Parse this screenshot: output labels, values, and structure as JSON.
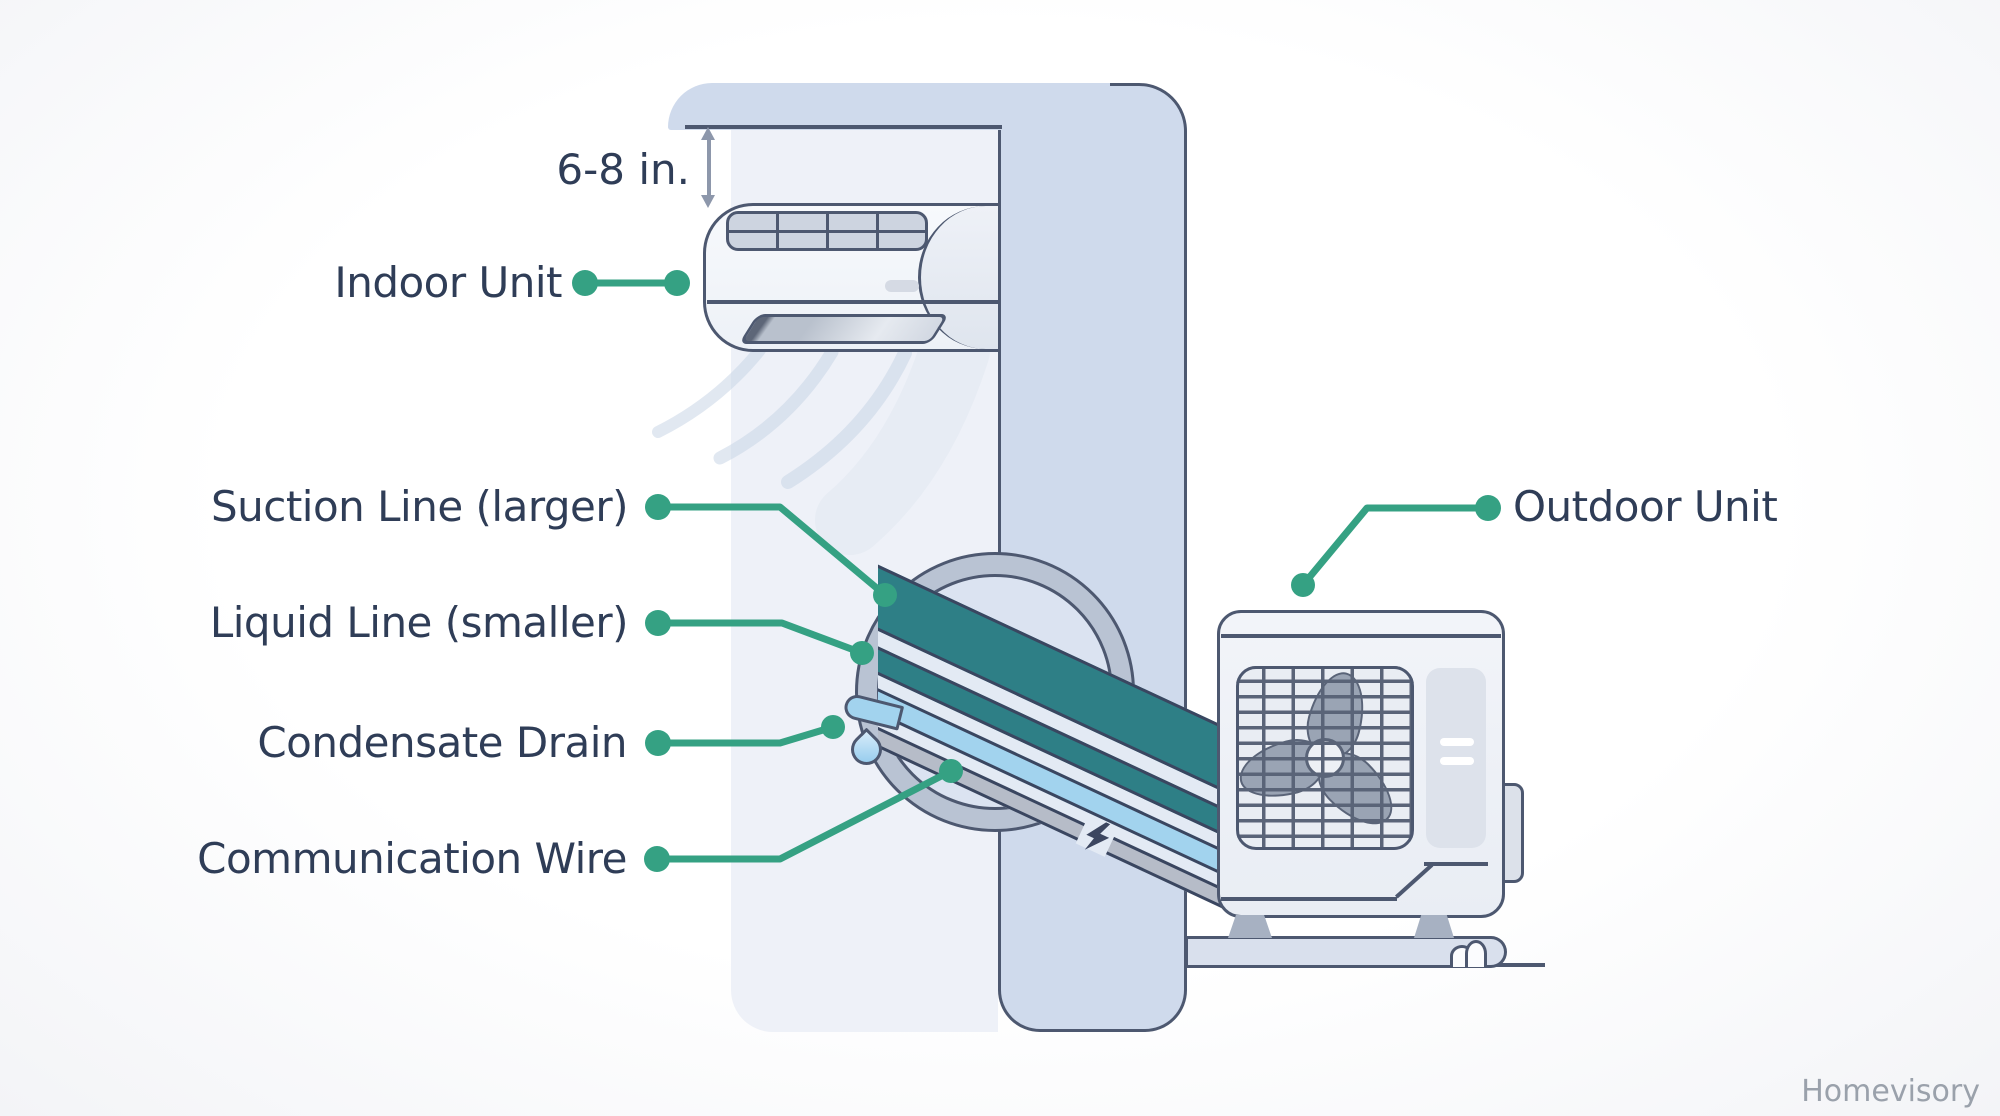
{
  "diagram": {
    "title_context": "Mini-split installation diagram",
    "annotation": {
      "clearance": "6-8 in."
    },
    "labels": {
      "indoor_unit": "Indoor Unit",
      "suction_line": "Suction Line (larger)",
      "liquid_line": "Liquid Line (smaller)",
      "condensate_drain": "Condensate Drain",
      "communication_wire": "Communication Wire",
      "outdoor_unit": "Outdoor Unit"
    },
    "watermark": "Homevisory",
    "colors": {
      "leader_green": "#35a183",
      "label_text": "#2f3d57",
      "outline": "#4d5870",
      "wall": "#cfdaec",
      "interior_wall": "#eef1f8",
      "conduit_ring": "#b9c3d3",
      "suction_line": "#2e7f86",
      "liquid_line": "#2e7f86",
      "condensate_drain": "#a2d3ee",
      "communication_wire": "#b6bcc8",
      "airflow": "#c9d6e6",
      "clearance_arrow": "#8d97ab"
    },
    "icons": {
      "water_droplet_icon": "css-teardrop-shape",
      "lightning_bolt_icon": "css-bolt-polygon",
      "clearance_arrow_icon": "css-double-vertical-arrow"
    }
  }
}
